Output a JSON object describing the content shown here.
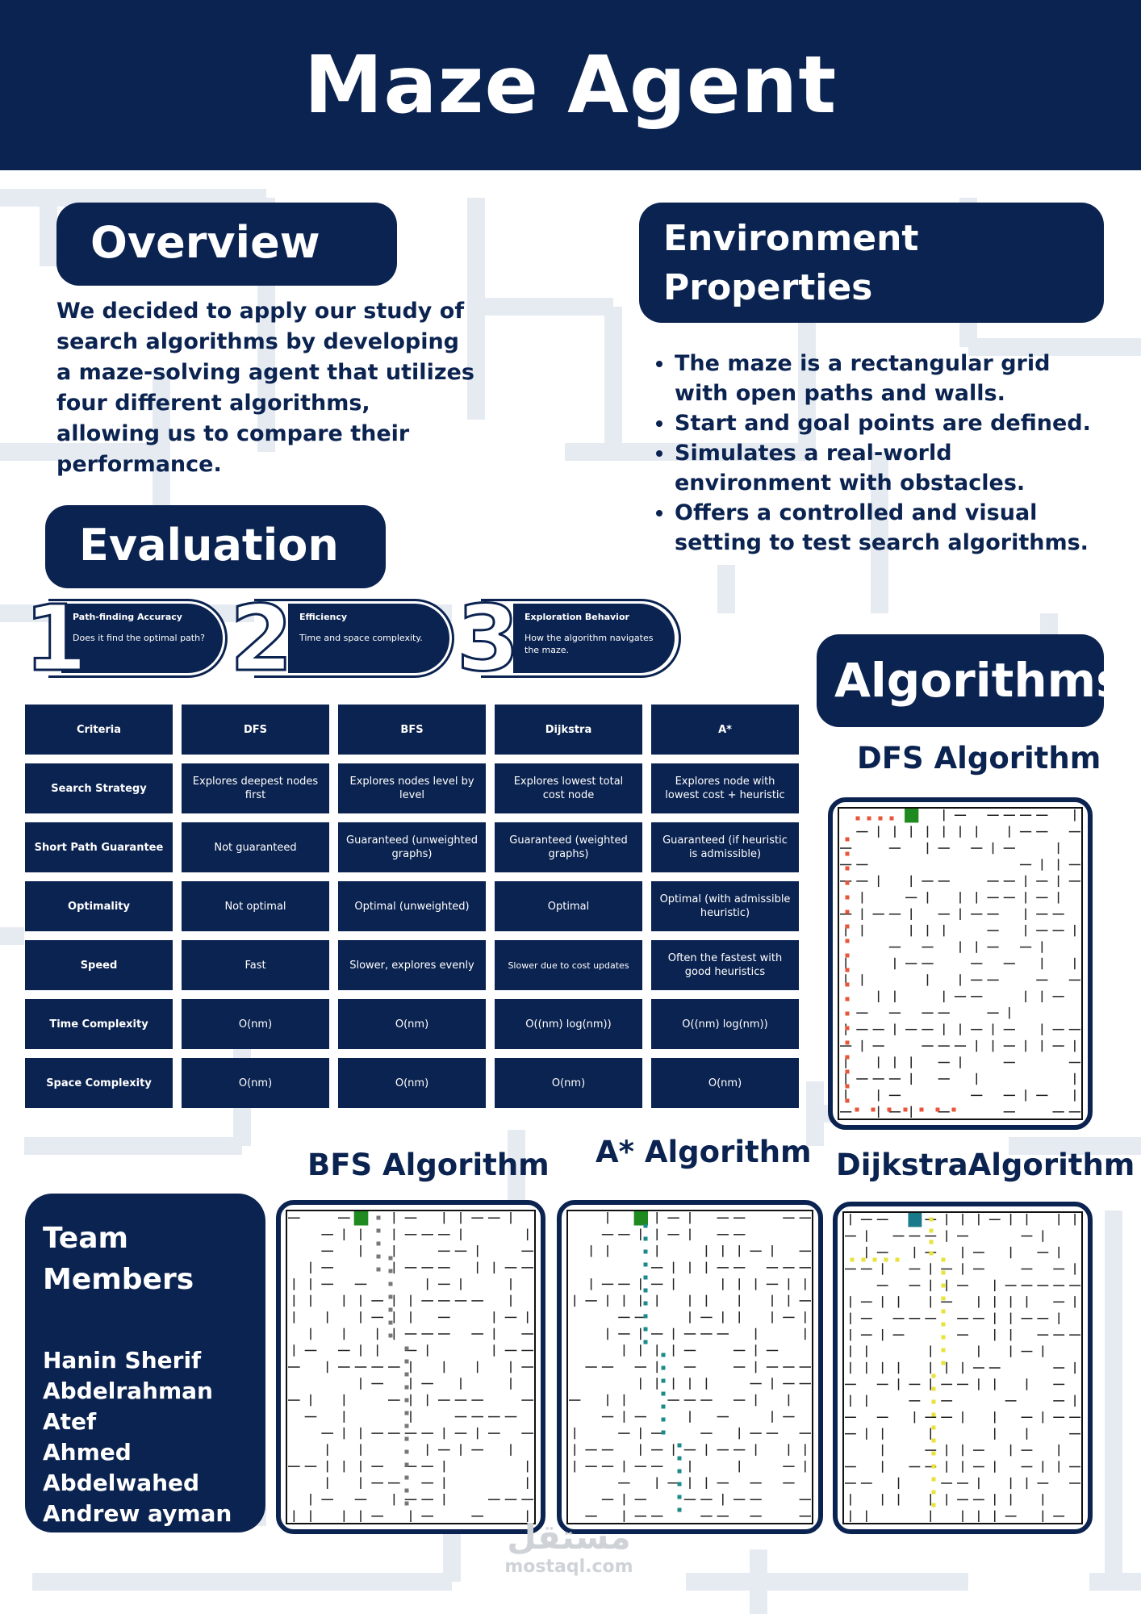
{
  "header": {
    "title": "Maze Agent"
  },
  "overview": {
    "heading": "Overview",
    "text": "We decided to apply our study of search algorithms by developing a maze-solving agent that utilizes four different algorithms, allowing us to compare their performance."
  },
  "environment": {
    "heading_line1": "Environment",
    "heading_line2": "Properties",
    "bullets": [
      "The maze is a rectangular grid with open paths and walls.",
      "Start and goal points are defined.",
      "Simulates a real-world environment with obstacles.",
      "Offers a controlled and visual setting to test search algorithms."
    ]
  },
  "evaluation": {
    "heading": "Evaluation",
    "items": [
      {
        "number": "1",
        "title": "Path-finding Accuracy",
        "desc": "Does it find the optimal path?"
      },
      {
        "number": "2",
        "title": "Efficiency",
        "desc": "Time and space complexity."
      },
      {
        "number": "3",
        "title": "Exploration Behavior",
        "desc": "How the algorithm navigates the maze."
      }
    ]
  },
  "table": {
    "headers": [
      "Criteria",
      "DFS",
      "BFS",
      "Dijkstra",
      "A*"
    ],
    "rows": [
      [
        "Search Strategy",
        "Explores deepest nodes first",
        "Explores nodes level by level",
        "Explores lowest total cost node",
        "Explores node with lowest cost + heuristic"
      ],
      [
        "Short Path Guarantee",
        "Not guaranteed",
        "Guaranteed (unweighted graphs)",
        "Guaranteed (weighted graphs)",
        "Guaranteed (if heuristic is admissible)"
      ],
      [
        "Optimality",
        "Not optimal",
        "Optimal (unweighted)",
        "Optimal",
        "Optimal (with admissible heuristic)"
      ],
      [
        "Speed",
        "Fast",
        "Slower, explores evenly",
        "Slower due to cost updates",
        "Often the fastest with good heuristics"
      ],
      [
        "Time Complexity",
        "O(nm)",
        "O(nm)",
        "O((nm) log(nm))",
        "O((nm) log(nm))"
      ],
      [
        "Space Complexity",
        "O(nm)",
        "O(nm)",
        "O(nm)",
        "O(nm)"
      ]
    ]
  },
  "algorithms": {
    "heading": "Algorithms",
    "dfs_title": "DFS Algorithm",
    "bfs_title": "BFS Algorithm",
    "astar_title": "A* Algorithm",
    "dijkstra_title": "DijkstraAlgorithm",
    "colors": {
      "dfs": "#e8553a",
      "bfs": "#777777",
      "astar": "#1a8a8a",
      "dijkstra": "#e8e23a",
      "start": "#1f8a1f"
    }
  },
  "team": {
    "heading_line1": "Team",
    "heading_line2": "Members",
    "members": [
      "Hanin Sherif",
      "Abdelrahman Atef",
      "Ahmed Abdelwahed",
      "Andrew ayman"
    ]
  },
  "watermark": {
    "arabic": "مستقل",
    "latin": "mostaql.com"
  }
}
